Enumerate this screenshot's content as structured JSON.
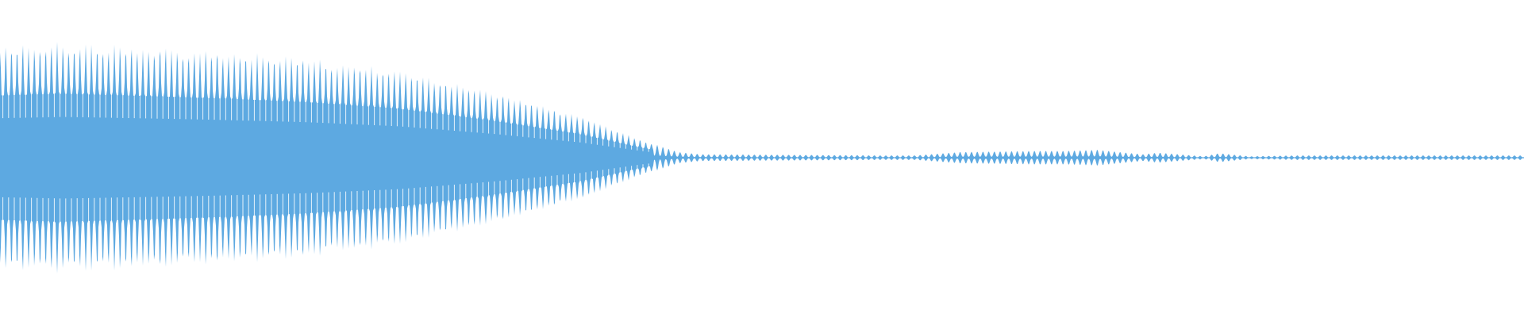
{
  "waveform": {
    "color": "#5DA9E1",
    "background": "#FFFFFF",
    "style": "mirrored-oscillation",
    "envelope_description": [
      {
        "t": 0.0,
        "level": 0.97
      },
      {
        "t": 0.04,
        "level": 1.0
      },
      {
        "t": 0.1,
        "level": 0.96
      },
      {
        "t": 0.14,
        "level": 0.93
      },
      {
        "t": 0.2,
        "level": 0.87
      },
      {
        "t": 0.26,
        "level": 0.77
      },
      {
        "t": 0.32,
        "level": 0.59
      },
      {
        "t": 0.38,
        "level": 0.37
      },
      {
        "t": 0.42,
        "level": 0.16
      },
      {
        "t": 0.445,
        "level": 0.05
      },
      {
        "t": 0.46,
        "level": 0.03
      },
      {
        "t": 0.52,
        "level": 0.025
      },
      {
        "t": 0.58,
        "level": 0.02
      },
      {
        "t": 0.6,
        "level": 0.02
      },
      {
        "t": 0.63,
        "level": 0.05
      },
      {
        "t": 0.68,
        "level": 0.06
      },
      {
        "t": 0.7,
        "level": 0.06
      },
      {
        "t": 0.72,
        "level": 0.07
      },
      {
        "t": 0.75,
        "level": 0.03
      },
      {
        "t": 0.76,
        "level": 0.045
      },
      {
        "t": 0.79,
        "level": 0.012
      },
      {
        "t": 0.8,
        "level": 0.04
      },
      {
        "t": 0.82,
        "level": 0.012
      },
      {
        "t": 0.85,
        "level": 0.02
      },
      {
        "t": 1.0,
        "level": 0.02
      }
    ]
  }
}
